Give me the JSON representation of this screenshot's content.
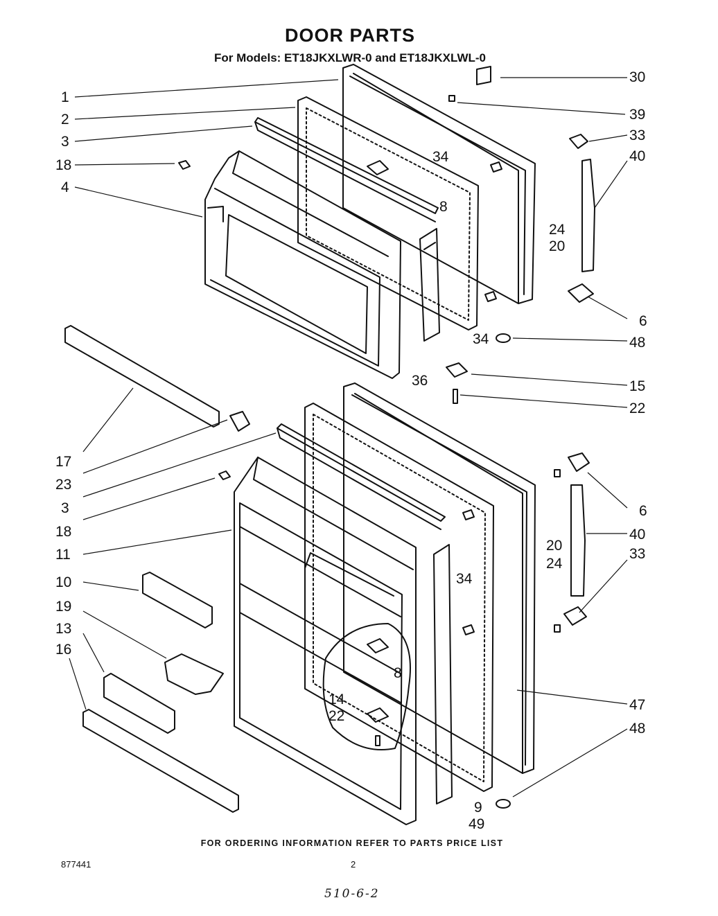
{
  "title": "DOOR PARTS",
  "subtitle": "For Models: ET18JKXLWR-0 and ET18JKXLWL-0",
  "footer": "FOR ORDERING INFORMATION REFER TO PARTS PRICE LIST",
  "doc_number": "877441",
  "page_number": "2",
  "handwritten_note": "510-6-2",
  "callouts": {
    "left_top": [
      "1",
      "2",
      "3",
      "18",
      "4"
    ],
    "left_mid": [
      "17",
      "23",
      "3",
      "18",
      "11",
      "10",
      "19",
      "13",
      "16"
    ],
    "right_top": [
      "30",
      "39",
      "33",
      "40",
      "6",
      "48",
      "15",
      "22"
    ],
    "inner_top": [
      "34",
      "8",
      "24",
      "20",
      "34",
      "36"
    ],
    "right_bottom": [
      "6",
      "40",
      "33",
      "20",
      "24",
      "34",
      "8",
      "14",
      "22",
      "47",
      "48",
      "9",
      "49"
    ]
  }
}
